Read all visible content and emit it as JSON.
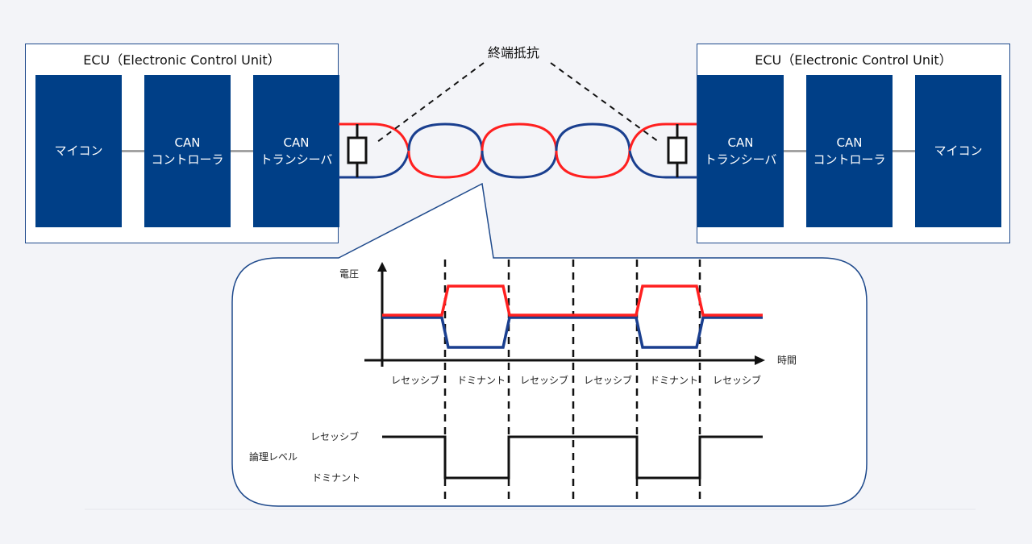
{
  "diagram": {
    "title_annotation": "終端抵抗",
    "ecu_left": {
      "title": "ECU（Electronic Control Unit）",
      "blocks": [
        {
          "line1": "",
          "line2": "マイコン"
        },
        {
          "line1": "CAN",
          "line2": "コントローラ"
        },
        {
          "line1": "CAN",
          "line2": "トランシーバ"
        }
      ]
    },
    "ecu_right": {
      "title": "ECU（Electronic Control Unit）",
      "blocks": [
        {
          "line1": "CAN",
          "line2": "トランシーバ"
        },
        {
          "line1": "CAN",
          "line2": "コントローラ"
        },
        {
          "line1": "",
          "line2": "マイコン"
        }
      ]
    },
    "colors": {
      "block": "#003f87",
      "can_high": "#ff2020",
      "can_low": "#1a3f8f",
      "border": "#1f4a8c",
      "background": "#f3f4f8"
    },
    "waveform": {
      "y_axis_label": "電圧",
      "x_axis_label": "時間",
      "segments": [
        "レセッシブ",
        "ドミナント",
        "レセッシブ",
        "レセッシブ",
        "ドミナント",
        "レセッシブ"
      ],
      "logic_label": "論理レベル",
      "logic_high_label": "レセッシブ",
      "logic_low_label": "ドミナント"
    }
  }
}
